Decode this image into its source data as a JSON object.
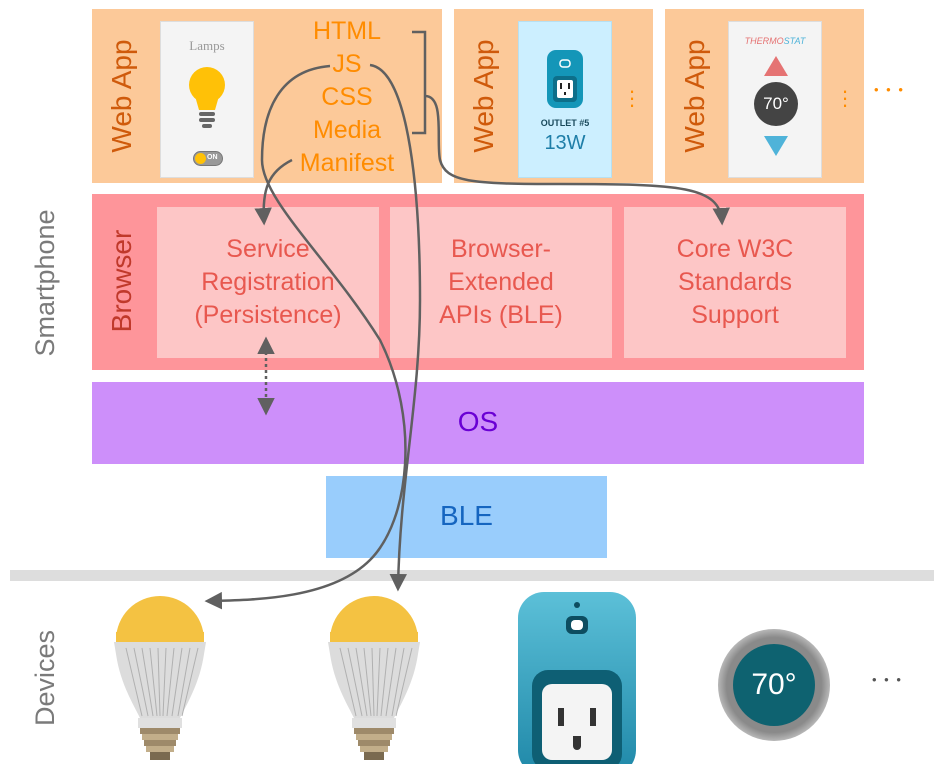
{
  "side_labels": {
    "smartphone": "Smartphone",
    "devices": "Devices"
  },
  "web_apps": [
    {
      "label": "Web App",
      "card_title": "Lamps",
      "switch_text": "ON"
    },
    {
      "label": "Web App",
      "card_title": "OUTLET #5",
      "card_value": "13W"
    },
    {
      "label": "Web App",
      "card_title_a": "THERMO",
      "card_title_b": "STAT",
      "card_value": "70°"
    }
  ],
  "files": [
    "HTML",
    "JS",
    "CSS",
    "Media",
    "Manifest"
  ],
  "more_ellipsis": "• • •",
  "browser": {
    "label": "Browser",
    "cells": [
      {
        "lines": [
          "Service",
          "Registration",
          "(Persistence)"
        ]
      },
      {
        "lines": [
          "Browser-",
          "Extended",
          "APIs (BLE)"
        ]
      },
      {
        "lines": [
          "Core W3C",
          "Standards",
          "Support"
        ]
      }
    ]
  },
  "os": {
    "label": "OS"
  },
  "ble": {
    "label": "BLE"
  },
  "devices": {
    "thermostat_value": "70°",
    "more": "• • •"
  },
  "colors": {
    "orange_box": "#fcc999",
    "orange_text": "#ff8c00",
    "webapp_label": "#cf5a0b",
    "browser_bg": "#fe959a",
    "browser_cell": "#fdc6c6",
    "browser_text": "#e8584f",
    "browser_label": "#c0392b",
    "os_bg": "#cd8ffa",
    "os_text": "#6a00d4",
    "ble_bg": "#99cdfc",
    "ble_text": "#1565c0",
    "arrow": "#606060",
    "divider": "#dddddd"
  }
}
